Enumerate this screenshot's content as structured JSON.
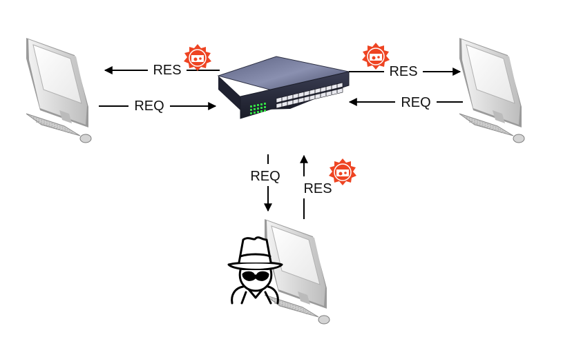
{
  "diagram": {
    "top_left_link": {
      "response_label": "RES",
      "request_label": "REQ"
    },
    "top_right_link": {
      "response_label": "RES",
      "request_label": "REQ"
    },
    "attacker_link": {
      "request_label": "REQ",
      "response_label": "RES"
    }
  },
  "colors": {
    "arrow": "#000000",
    "malware_badge": "#ee4422",
    "switch_body": "#2a2d40",
    "switch_led": "#33dd44",
    "monitor_frame": "#dcdcdc"
  },
  "icons": [
    "desktop-computer-icon",
    "network-switch-icon",
    "malware-badge-icon",
    "spy-hacker-icon",
    "arrow-icon"
  ]
}
